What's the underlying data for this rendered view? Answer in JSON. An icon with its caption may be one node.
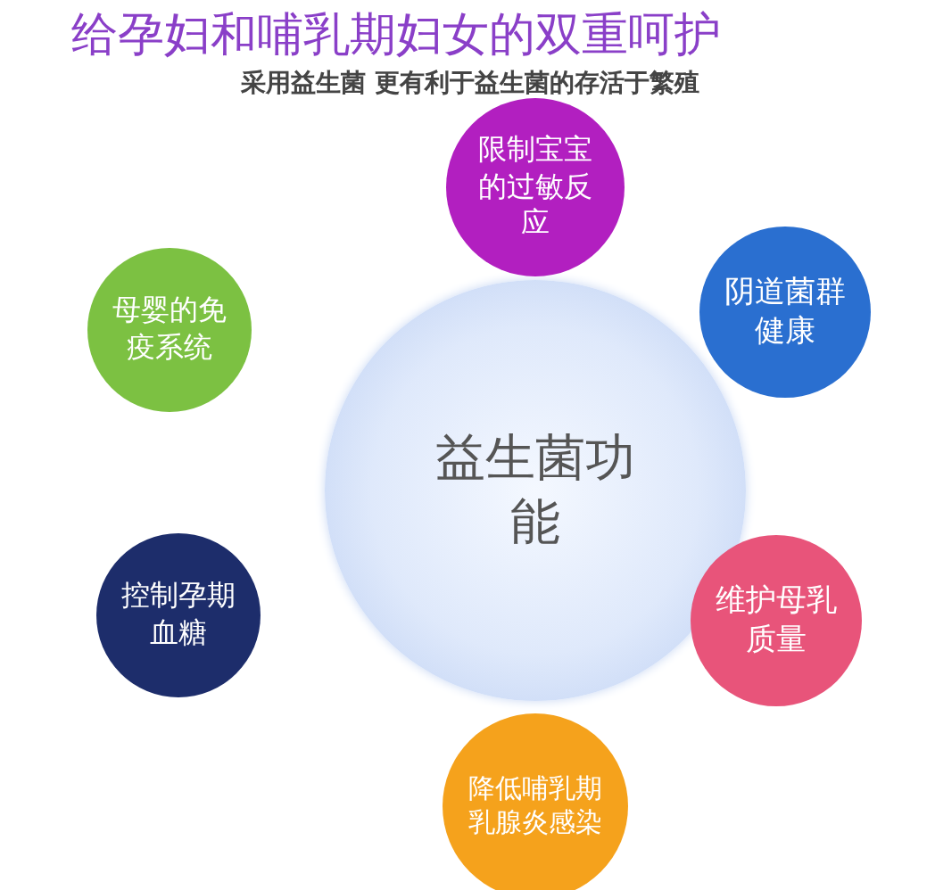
{
  "diagram": {
    "title": "给孕妇和哺乳期妇女的双重呵护",
    "nodes": [
      {
        "text": [
          "益生菌功能"
        ]
      },
      {
        "text": [
          "限制宝宝的过敏反应"
        ]
      },
      {
        "text": [
          "母婴的免疫系统"
        ]
      },
      {
        "text": [
          "阴道菌群健康"
        ]
      },
      {
        "text": [
          "控制孕期血糖"
        ]
      },
      {
        "text": [
          "维护母乳质量"
        ]
      },
      {
        "text": [
          "降低哺乳期乳腺炎感染"
        ]
      }
    ],
    "labels": [
      "采用益生菌 更有利于益生菌的存活于繁殖"
    ]
  }
}
